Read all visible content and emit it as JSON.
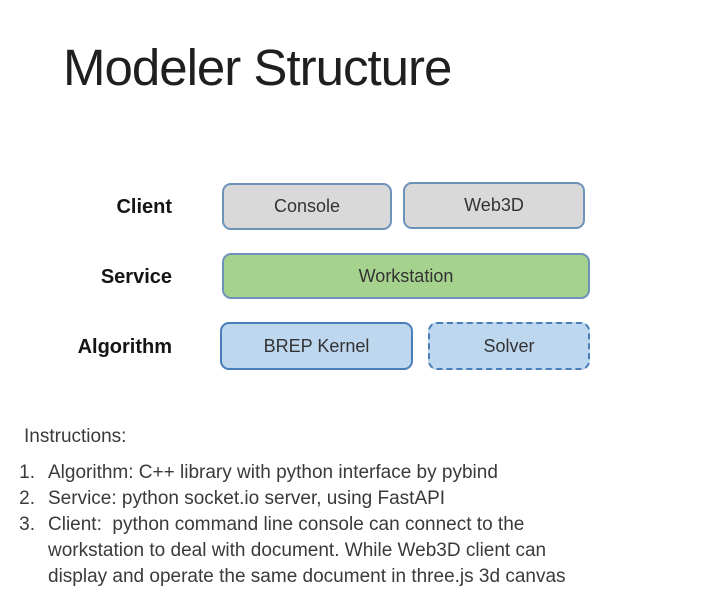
{
  "slide": {
    "title": "Modeler Structure"
  },
  "diagram": {
    "rows": [
      {
        "label": "Client"
      },
      {
        "label": "Service"
      },
      {
        "label": "Algorithm"
      }
    ],
    "boxes": {
      "console": "Console",
      "web3d": "Web3D",
      "workstation": "Workstation",
      "brep_kernel": "BREP Kernel",
      "solver": "Solver"
    }
  },
  "instructions": {
    "heading": "Instructions:",
    "items": [
      {
        "num": "1.",
        "text": "Algorithm: C++ library with python interface by pybind"
      },
      {
        "num": "2.",
        "text": "Service: python socket.io server, using FastAPI"
      },
      {
        "num": "3.",
        "text": "Client:  python command line console can connect to the\nworkstation to deal with document. While Web3D client can\ndisplay and operate the same document in three.js 3d canvas"
      }
    ]
  },
  "colors": {
    "gray_box_fill": "#d9d9d9",
    "green_box_fill": "#a5d28c",
    "blue_box_fill": "#bdd7ee",
    "steel_border": "#6d93bb",
    "blue_border": "#4a7ebb",
    "body_text": "#3a3a3a",
    "title_text": "#1f1f1f"
  }
}
